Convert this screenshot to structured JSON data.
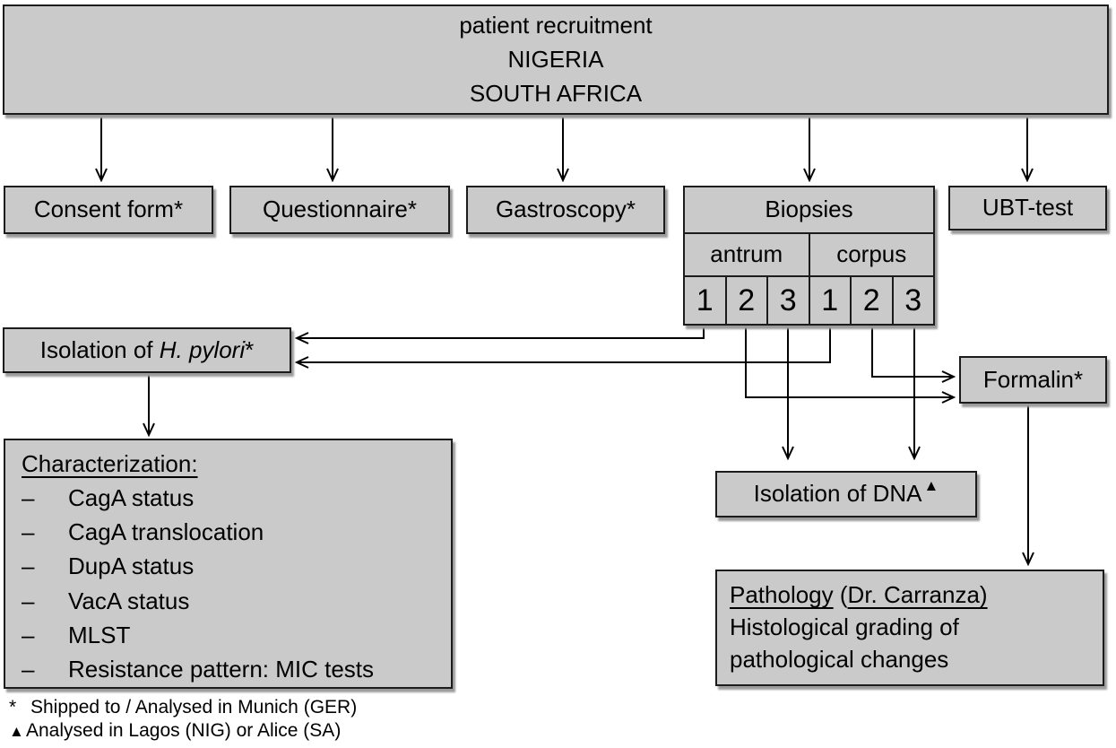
{
  "diagram": {
    "top_box": {
      "lines": [
        "patient recruitment",
        "NIGERIA",
        "SOUTH AFRICA"
      ]
    },
    "consent_label": "Consent form*",
    "questionnaire_label": "Questionnaire*",
    "gastroscopy_label": "Gastroscopy*",
    "ubt_label": "UBT-test",
    "formalin_label": "Formalin*",
    "biopsies": {
      "title": "Biopsies",
      "regions": [
        "antrum",
        "corpus"
      ],
      "cells": [
        "1",
        "2",
        "3",
        "1",
        "2",
        "3"
      ]
    },
    "isolation_hp": {
      "prefix": "Isolation of ",
      "species": "H. pylori",
      "suffix": "*"
    },
    "characterization": {
      "heading": "Characterization:",
      "bullet": "–",
      "items": [
        "CagA status",
        "CagA translocation",
        "DupA status",
        "VacA status",
        "MLST",
        "Resistance pattern: MIC tests"
      ]
    },
    "dna": {
      "label": "Isolation of DNA",
      "marker": "▲"
    },
    "pathology": {
      "title_underlined": "Pathology",
      "separator": " (",
      "subtitle_underlined": "Dr. Carranza)",
      "line2": "Histological grading of",
      "line3": "pathological changes"
    },
    "footnotes": [
      {
        "marker": "*",
        "text": "Shipped to / Analysed in Munich (GER)"
      },
      {
        "marker": "▲",
        "text": "Analysed in Lagos (NIG) or Alice (SA)"
      }
    ],
    "colors": {
      "box_fill": "#cacaca",
      "box_border": "#1c1c1c",
      "shadow": "#9b9b9b",
      "line": "#000000",
      "background": "#ffffff"
    }
  }
}
